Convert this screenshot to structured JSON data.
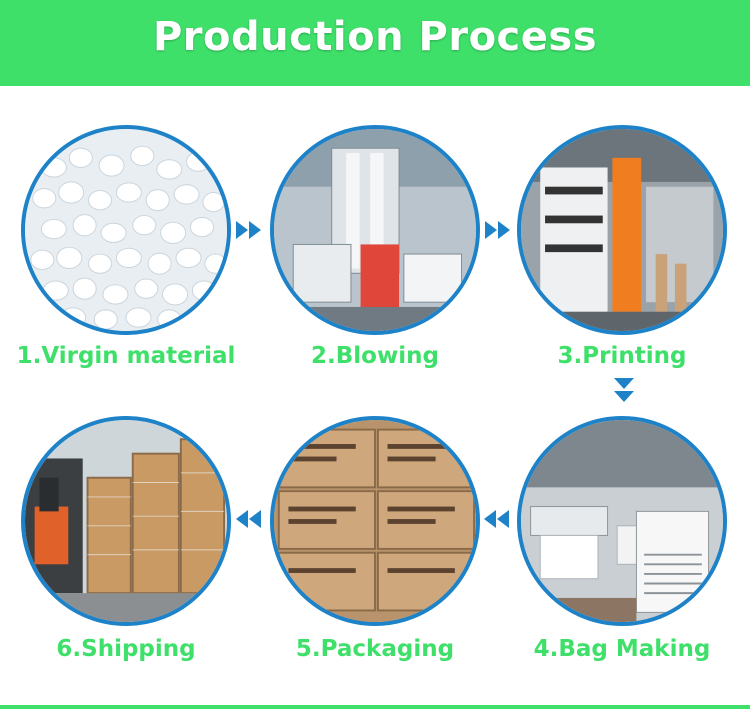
{
  "header": {
    "title": "Production Process"
  },
  "steps": [
    {
      "label": "1.Virgin material",
      "icon": "plastic-pellets"
    },
    {
      "label": "2.Blowing",
      "icon": "film-blowing-machine"
    },
    {
      "label": "3.Printing",
      "icon": "printing-press"
    },
    {
      "label": "4.Bag Making",
      "icon": "bag-making-workshop"
    },
    {
      "label": "5.Packaging",
      "icon": "carton-boxes"
    },
    {
      "label": "6.Shipping",
      "icon": "pallets-forklift"
    }
  ],
  "colors": {
    "accent": "#3ee06a",
    "ring": "#1d82c8",
    "arrow": "#1d82c8"
  }
}
